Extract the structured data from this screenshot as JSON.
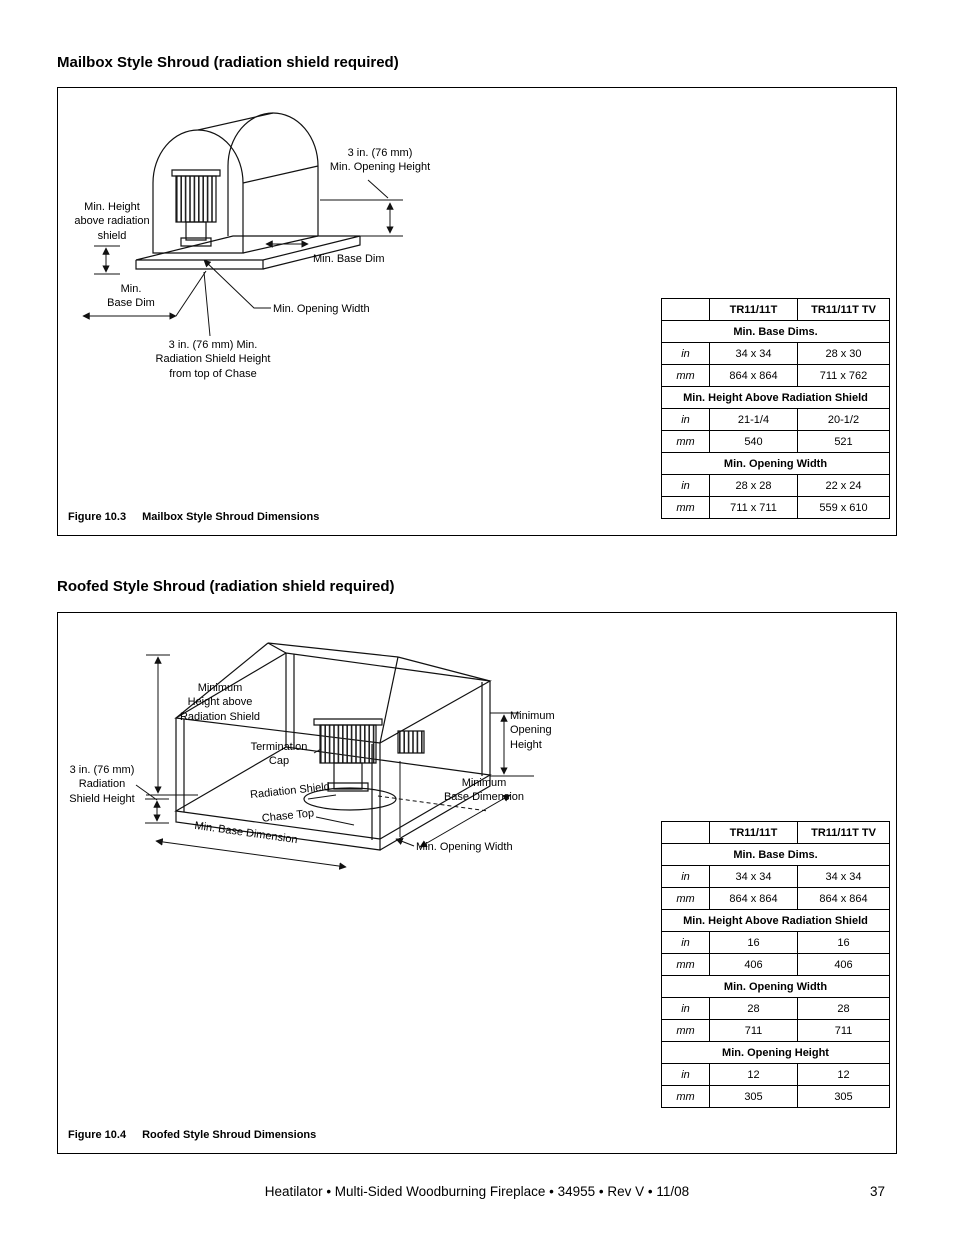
{
  "page": {
    "heading_mailbox": "Mailbox Style Shroud (radiation shield required)",
    "heading_roofed": "Roofed Style Shroud (radiation shield required)",
    "footer_text": "Heatilator • Multi-Sided Woodburning Fireplace • 34955 • Rev V • 11/08",
    "page_number": "37"
  },
  "mailbox_figure": {
    "caption_number": "Figure 10.3",
    "caption_title": "Mailbox Style Shroud Dimensions",
    "labels": {
      "opening_height": "3 in. (76 mm)\nMin. Opening Height",
      "height_above_shield": "Min. Height\nabove radiation\nshield",
      "base_dim_right": "Min. Base Dim",
      "base_dim_left": "Min.\nBase Dim",
      "opening_width": "Min. Opening Width",
      "shield_height": "3 in. (76 mm) Min.\nRadiation Shield Height\nfrom top of Chase"
    },
    "table": {
      "columns": [
        "TR11/11T",
        "TR11/11T TV"
      ],
      "sections": [
        {
          "header": "Min. Base Dims.",
          "rows": [
            [
              "in",
              "34 x 34",
              "28 x 30"
            ],
            [
              "mm",
              "864 x 864",
              "711 x 762"
            ]
          ]
        },
        {
          "header": "Min. Height Above Radiation Shield",
          "rows": [
            [
              "in",
              "21-1/4",
              "20-1/2"
            ],
            [
              "mm",
              "540",
              "521"
            ]
          ]
        },
        {
          "header": "Min. Opening Width",
          "rows": [
            [
              "in",
              "28 x 28",
              "22 x 24"
            ],
            [
              "mm",
              "711 x 711",
              "559 x 610"
            ]
          ]
        }
      ]
    }
  },
  "roofed_figure": {
    "caption_number": "Figure 10.4",
    "caption_title": "Roofed Style Shroud Dimensions",
    "labels": {
      "min_height_above": "Minimum\nHeight above\nRadiation Shield",
      "termination_cap": "Termination\nCap",
      "shield_height": "3 in. (76 mm)\nRadiation\nShield Height",
      "radiation_shield": "Radiation Shield",
      "chase_top": "Chase Top",
      "min_base_dimension_left": "Min. Base Dimension",
      "min_opening_height": "Minimum\nOpening\nHeight",
      "min_base_dimension_right": "Minimum\nBase Dimension",
      "min_opening_width": "Min. Opening Width"
    },
    "table": {
      "columns": [
        "TR11/11T",
        "TR11/11T TV"
      ],
      "sections": [
        {
          "header": "Min. Base Dims.",
          "rows": [
            [
              "in",
              "34 x 34",
              "34 x 34"
            ],
            [
              "mm",
              "864 x 864",
              "864 x 864"
            ]
          ]
        },
        {
          "header": "Min. Height Above Radiation Shield",
          "rows": [
            [
              "in",
              "16",
              "16"
            ],
            [
              "mm",
              "406",
              "406"
            ]
          ]
        },
        {
          "header": "Min. Opening Width",
          "rows": [
            [
              "in",
              "28",
              "28"
            ],
            [
              "mm",
              "711",
              "711"
            ]
          ]
        },
        {
          "header": "Min. Opening Height",
          "rows": [
            [
              "in",
              "12",
              "12"
            ],
            [
              "mm",
              "305",
              "305"
            ]
          ]
        }
      ]
    }
  }
}
